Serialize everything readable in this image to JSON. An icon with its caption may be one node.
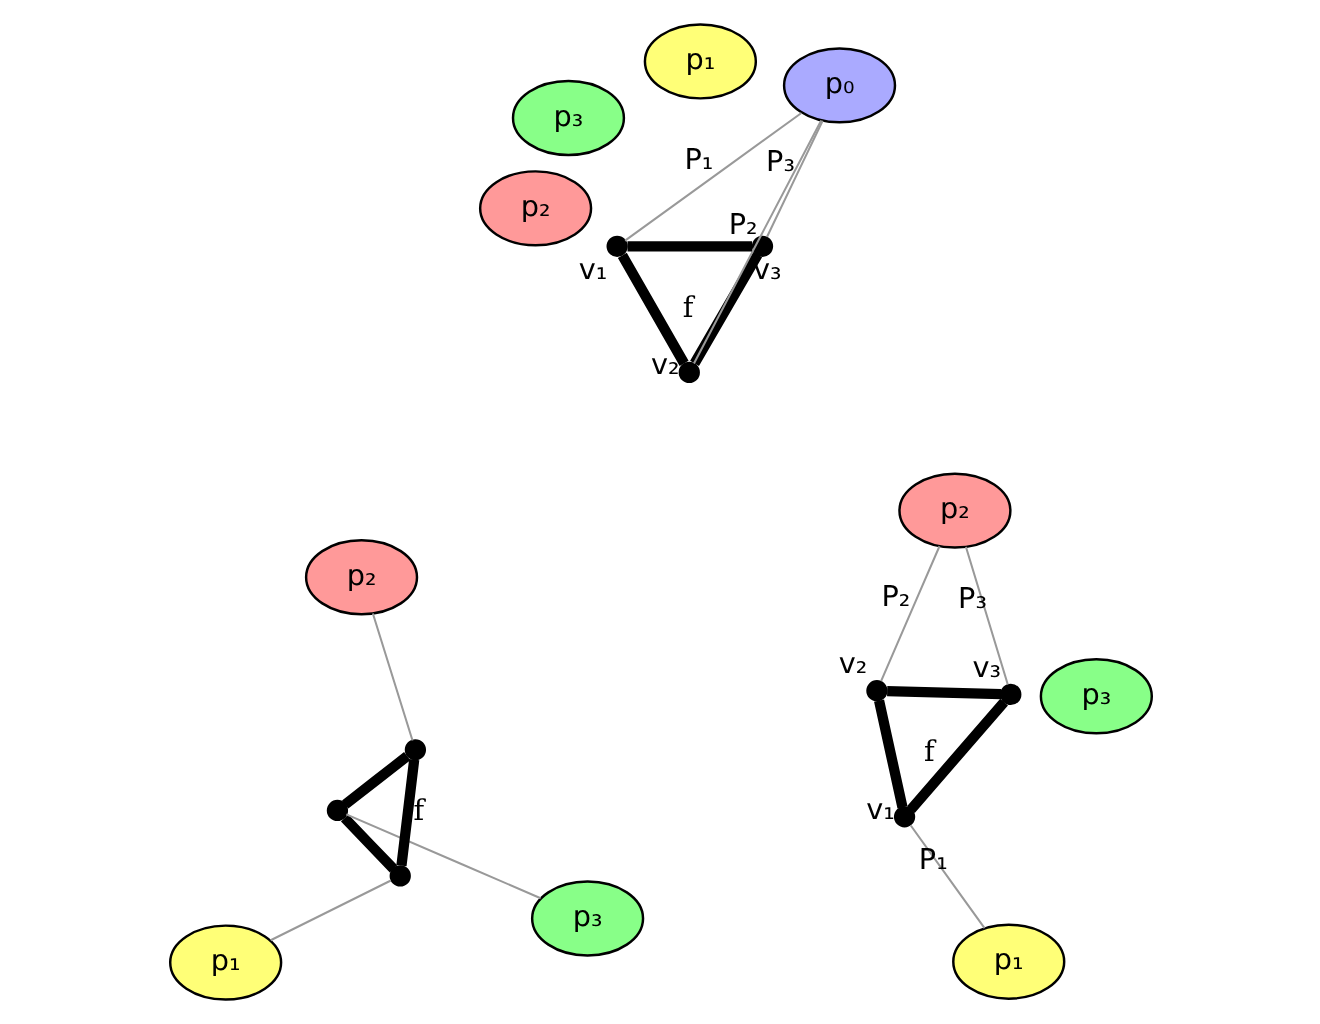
{
  "diagram": {
    "nodes": [
      {
        "text": [
          "p₃"
        ]
      },
      {
        "text": [
          "p₁"
        ]
      },
      {
        "text": [],
        "shape": "circle"
      },
      {
        "text": [],
        "shape": "circle"
      },
      {
        "text": [],
        "shape": "circle"
      },
      {
        "text": [
          "p₂"
        ]
      },
      {
        "text": [
          "p₁"
        ]
      },
      {
        "text": [],
        "shape": "circle",
        "beside": [
          "v₁"
        ]
      },
      {
        "text": [],
        "shape": "circle",
        "beside": [
          "v₃"
        ]
      },
      {
        "text": [],
        "shape": "circle",
        "beside": [
          "v₂"
        ]
      },
      {
        "text": [
          "p₃"
        ]
      },
      {
        "text": [
          "p₂"
        ]
      },
      {
        "text": [],
        "shape": "circle",
        "beside": [
          "v₂"
        ]
      },
      {
        "text": [],
        "shape": "circle",
        "beside": [
          "v₃"
        ]
      },
      {
        "text": [],
        "shape": "circle",
        "beside": [
          "v₁"
        ]
      },
      {
        "text": [
          "p₁"
        ]
      },
      {
        "text": [
          "p₂"
        ]
      },
      {
        "text": [
          "p₃"
        ]
      },
      {
        "text": [
          "p₀"
        ]
      }
    ],
    "edges": [
      {
        "from": 2,
        "to": 3,
        "arrow": "none",
        "style": "thick",
        "color": "#000000"
      },
      {
        "from": 3,
        "to": 4,
        "arrow": "none",
        "style": "thick",
        "color": "#000000"
      },
      {
        "from": 4,
        "to": 2,
        "arrow": "none",
        "style": "thick",
        "color": "#000000"
      },
      {
        "from": 2,
        "to": 1,
        "arrow": "none",
        "color": "#999999"
      },
      {
        "from": 3,
        "to": 0,
        "arrow": "none",
        "color": "#999999"
      },
      {
        "from": 4,
        "to": 5,
        "arrow": "none",
        "color": "#999999"
      },
      {
        "from": 7,
        "to": 8,
        "arrow": "none",
        "style": "thick",
        "color": "#000000"
      },
      {
        "from": 8,
        "to": 9,
        "arrow": "none",
        "style": "thick",
        "color": "#000000"
      },
      {
        "from": 9,
        "to": 7,
        "arrow": "none",
        "style": "thick",
        "color": "#000000"
      },
      {
        "from": 7,
        "to": 6,
        "label": "P₁",
        "arrow": "none",
        "color": "#999999"
      },
      {
        "from": 9,
        "to": 11,
        "label": "P₂",
        "arrow": "none",
        "color": "#999999"
      },
      {
        "from": 8,
        "to": 11,
        "label": "P₃",
        "arrow": "none",
        "color": "#999999"
      },
      {
        "from": 12,
        "to": 13,
        "arrow": "none",
        "style": "thick",
        "color": "#000000"
      },
      {
        "from": 13,
        "to": 14,
        "arrow": "none",
        "style": "thick",
        "color": "#000000"
      },
      {
        "from": 14,
        "to": 12,
        "arrow": "none",
        "style": "thick",
        "color": "#000000"
      },
      {
        "from": 14,
        "to": 18,
        "label": "P₁",
        "arrow": "none",
        "color": "#999999"
      },
      {
        "from": 12,
        "to": 18,
        "label": "P₂",
        "arrow": "none",
        "color": "#999999"
      },
      {
        "from": 13,
        "to": 18,
        "label": "P₃",
        "arrow": "none",
        "color": "#999999"
      }
    ],
    "labels": [
      "f",
      "f",
      "f"
    ]
  }
}
